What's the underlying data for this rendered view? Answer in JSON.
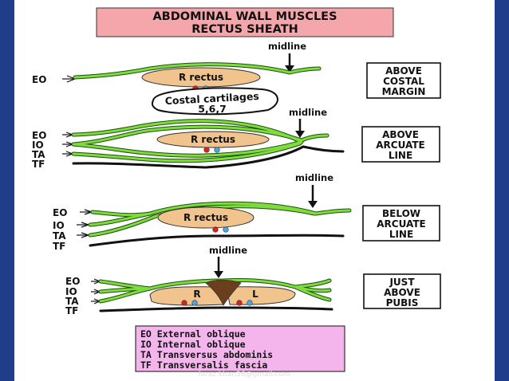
{
  "title": {
    "line1": "ABDOMINAL WALL MUSCLES",
    "line2": "RECTUS SHEATH"
  },
  "midline_label": "midline",
  "panels": [
    {
      "layers": [
        "EO"
      ],
      "muscle_label": "R rectus",
      "note": {
        "line1": "Costal cartilages",
        "line2": "5,6,7"
      },
      "level": [
        "ABOVE",
        "COSTAL",
        "MARGIN"
      ]
    },
    {
      "layers": [
        "EO",
        "IO",
        "TA",
        "TF"
      ],
      "muscle_label": "R rectus",
      "level": [
        "ABOVE",
        "ARCUATE",
        "LINE"
      ]
    },
    {
      "layers": [
        "EO",
        "IO",
        "TA",
        "TF"
      ],
      "muscle_label": "R rectus",
      "level": [
        "BELOW",
        "ARCUATE",
        "LINE"
      ]
    },
    {
      "layers": [
        "EO",
        "IO",
        "TA",
        "TF"
      ],
      "muscle_labels": [
        "R",
        "L"
      ],
      "level": [
        "JUST",
        "ABOVE",
        "PUBIS"
      ]
    }
  ],
  "legend": [
    "EO External oblique",
    "IO Internal oblique",
    "TA Transversus abdominis",
    "TF Transversalis fascia"
  ],
  "watermark": "faraz.khan36@gmail.com",
  "colors": {
    "background": "#1f3d8a",
    "title_box": "#f4a6aa",
    "muscle_fill": "#f2c48d",
    "aponeurosis": "#7edc3c",
    "legend_box": "#f4b4ec",
    "artery": "#e02020",
    "vein": "#4aa8e8",
    "linea_alba": "#6b3f1e"
  }
}
